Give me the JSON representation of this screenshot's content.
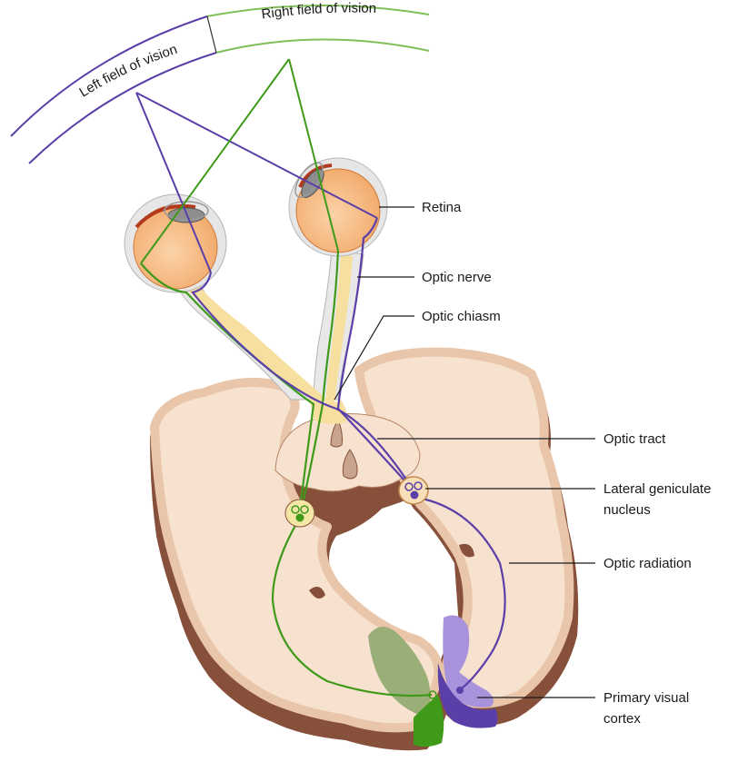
{
  "fields": {
    "right": "Right field of vision",
    "left": "Left field of vision"
  },
  "labels": {
    "retina": "Retina",
    "optic_nerve": "Optic nerve",
    "optic_chiasm": "Optic chiasm",
    "optic_tract": "Optic tract",
    "lgn_line1": "Lateral geniculate",
    "lgn_line2": "nucleus",
    "optic_radiation": "Optic radiation",
    "pvc_line1": "Primary visual",
    "pvc_line2": "cortex"
  },
  "colors": {
    "left_pathway": "#5b3fa8",
    "right_pathway": "#3f9a1a",
    "brain_tissue": "#f7e1cf",
    "brain_outline": "#e9c6aa",
    "brain_cut": "#87503a",
    "eyeball": "#f9c291",
    "visual_cortex_left": "#a892dc",
    "visual_cortex_right": "#9aae78"
  }
}
